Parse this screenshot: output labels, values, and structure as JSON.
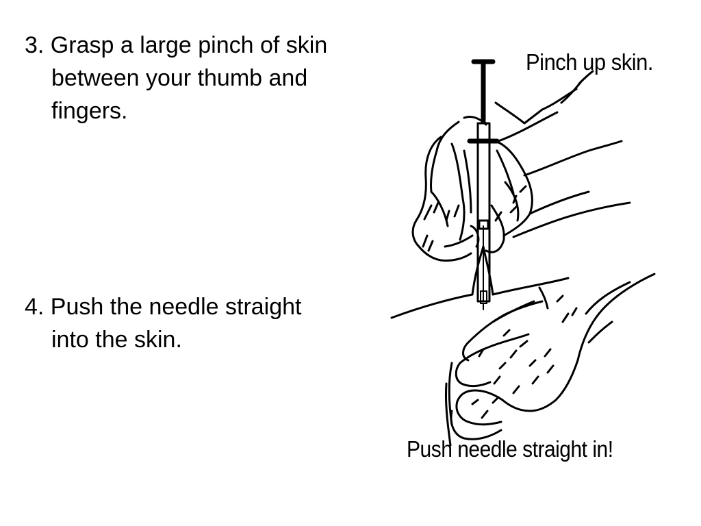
{
  "steps": [
    {
      "lines": [
        "3. Grasp a large pinch of skin",
        "between your thumb and",
        "fingers."
      ]
    },
    {
      "lines": [
        "4. Push the needle straight",
        "into the skin."
      ]
    }
  ],
  "illustration": {
    "icon": "hand-pinching-skin-syringe-illustration",
    "caption_top": "Pinch up skin.",
    "caption_bottom": "Push needle straight in!"
  }
}
